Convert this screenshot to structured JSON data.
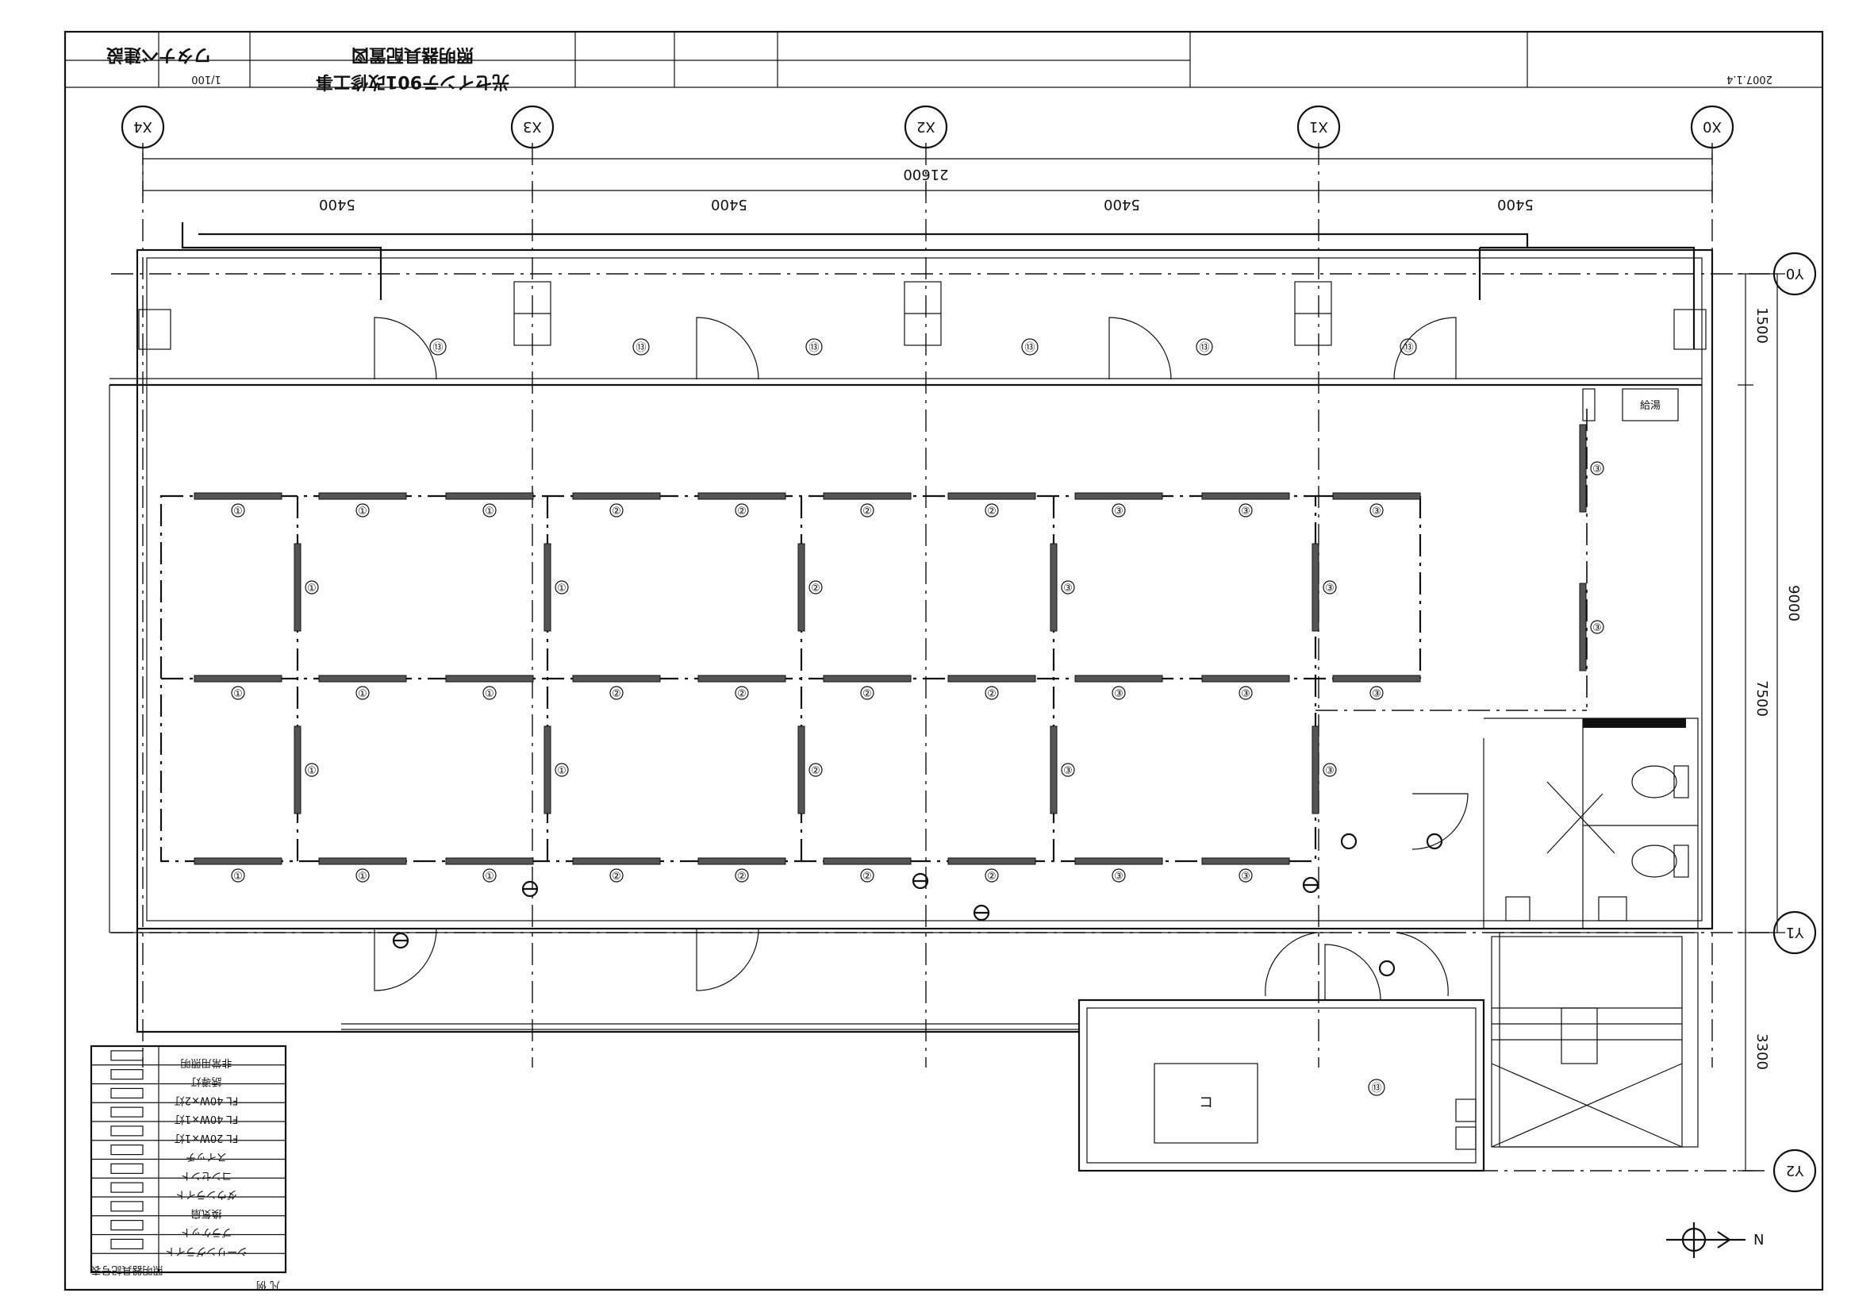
{
  "title_block": {
    "company": "ワタナベ建設",
    "drawing_name": "照明器具配置図",
    "project": "光セインテ901改修工事",
    "scale": "1/100",
    "date": "2007.1.4"
  },
  "axes": {
    "columns": [
      "X4",
      "X3",
      "X2",
      "X1",
      "X0"
    ],
    "rows": [
      "Y0",
      "Y1",
      "Y2"
    ]
  },
  "dimensions": {
    "total_width": "21600",
    "bays": [
      "5400",
      "5400",
      "5400",
      "5400"
    ],
    "row_dims": [
      "1500",
      "9000",
      "7500",
      "3300"
    ]
  },
  "fixtures": {
    "circuit_labels": [
      "①",
      "②",
      "③"
    ],
    "common_label": "⑬",
    "symbol_text": "コ"
  },
  "rooms": {
    "equipment_label": "給湯"
  },
  "north": {
    "label": "N"
  },
  "legend": {
    "title": "凡 例",
    "rows": [
      "非常用照明",
      "誘導灯",
      "FL 40W×2灯",
      "FL 40W×1灯",
      "FL 20W×1灯",
      "スイッチ",
      "コンセント",
      "ダウンライト",
      "換気扇",
      "ブラケット",
      "シーリングライト"
    ],
    "header_note": "照明器具記号表"
  }
}
